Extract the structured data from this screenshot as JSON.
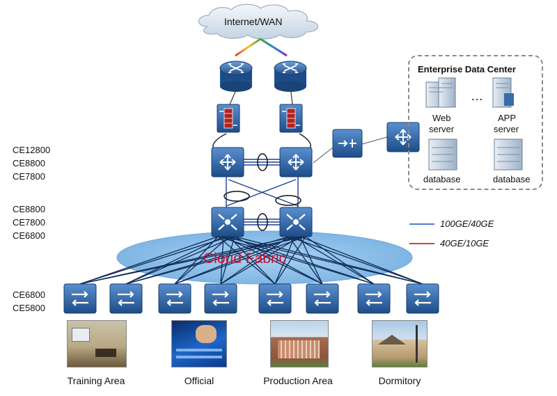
{
  "cloud_top": {
    "label": "Internet/WAN"
  },
  "core_layer": {
    "models": [
      "CE12800",
      "CE8800",
      "CE7800"
    ]
  },
  "aggregation_layer": {
    "models": [
      "CE8800",
      "CE7800",
      "CE6800"
    ]
  },
  "access_layer": {
    "models": [
      "CE6800",
      "CE5800"
    ]
  },
  "fabric": {
    "label": "Cloud Fabric",
    "label_color": "#c8102e",
    "ellipse_color": "#8fc1ea"
  },
  "data_center": {
    "title": "Enterprise Data Center",
    "web_server": [
      "Web",
      "server"
    ],
    "ellipsis": "…",
    "app_server": [
      "APP",
      "server"
    ],
    "database_left": "database",
    "database_right": "database"
  },
  "legend": [
    {
      "label": "100GE/40GE",
      "color": "#1f4fbf"
    },
    {
      "label": "40GE/10GE",
      "color": "#c00000"
    }
  ],
  "areas": [
    "Training Area",
    "Official",
    "Production Area",
    "Dormitory"
  ],
  "colors": {
    "device_blue": "#2f5f99",
    "link_blue": "#1f3f8f",
    "firewall_red": "#b22222"
  }
}
